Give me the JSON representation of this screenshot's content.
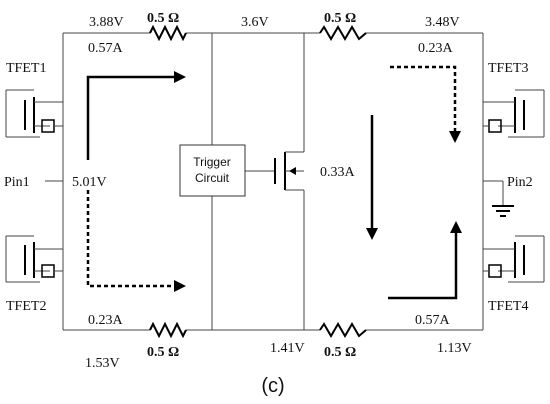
{
  "labels": {
    "v_top_left": "3.88V",
    "v_top_mid": "3.6V",
    "v_top_right": "3.48V",
    "v_bot_left": "1.53V",
    "v_bot_mid": "1.41V",
    "v_bot_right": "1.13V",
    "r_top_left": "0.5 Ω",
    "r_top_right": "0.5 Ω",
    "r_bot_left": "0.5 Ω",
    "r_bot_right": "0.5 Ω",
    "i_top_left": "0.57A",
    "i_top_right": "0.23A",
    "i_bot_left": "0.23A",
    "i_bot_right": "0.57A",
    "i_center": "0.33A",
    "v_pin1": "5.01V",
    "tfet1": "TFET1",
    "tfet2": "TFET2",
    "tfet3": "TFET3",
    "tfet4": "TFET4",
    "pin1": "Pin1",
    "pin2": "Pin2",
    "trigger_line1": "Trigger",
    "trigger_line2": "Circuit",
    "caption": "(c)"
  }
}
